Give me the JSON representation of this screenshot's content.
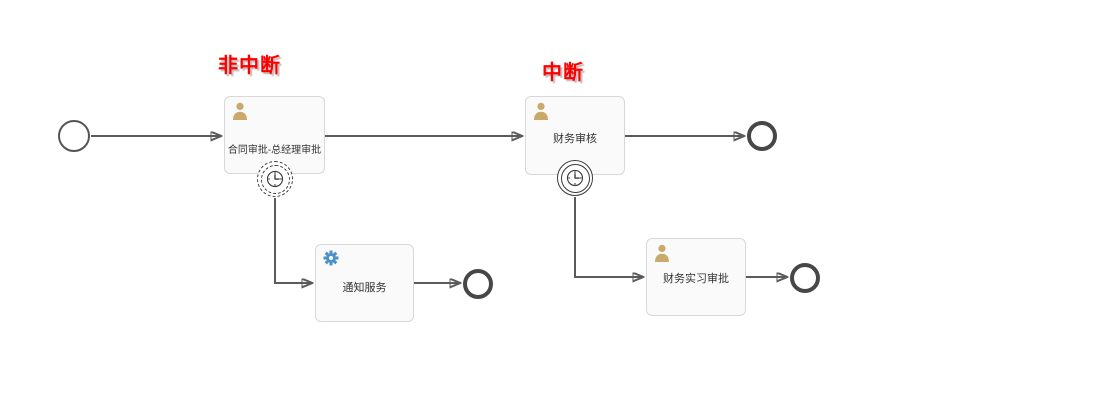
{
  "annotations": {
    "non_interrupting": "非中断",
    "interrupting": "中断"
  },
  "tasks": {
    "contract_approval": "合同审批-总经理审批",
    "finance_review": "财务审核",
    "notify_service": "通知服务",
    "finance_intern_approval": "财务实习审批"
  },
  "icons": {
    "user_task": "user-silhouette-icon",
    "service_task": "gear-icon",
    "boundary_event": "timer-clock-icon"
  },
  "colors": {
    "annotation": "#ff0000",
    "flow": "#5b5b5b",
    "task_fill": "#fafafa",
    "task_border": "#d8d8d8",
    "task_text": "#333333",
    "user_icon": "#c9aa6b",
    "service_icon": "#4a90c9",
    "event_stroke": "#555555",
    "end_stroke": "#474747",
    "timer_stroke": "#3a3a3a",
    "bg": "#ffffff"
  }
}
